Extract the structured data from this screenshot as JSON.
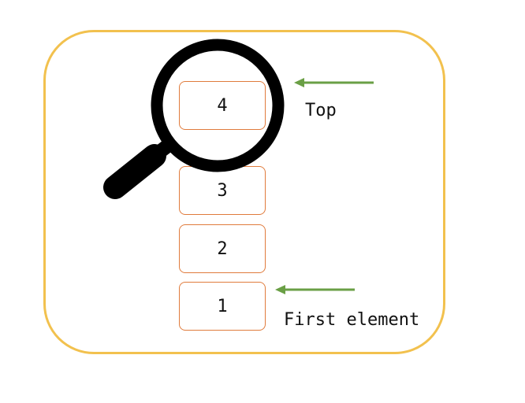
{
  "stack": {
    "items": [
      {
        "value": "4"
      },
      {
        "value": "3"
      },
      {
        "value": "2"
      },
      {
        "value": "1"
      }
    ]
  },
  "labels": {
    "top": "Top",
    "first": "First element"
  },
  "colors": {
    "frame": "#f2c14e",
    "box_border": "#e07b3c",
    "arrow": "#6a9f45",
    "magnifier": "#000000"
  },
  "icons": {
    "magnifier": "magnifying-glass-icon",
    "pointer": "arrow-left-icon"
  }
}
